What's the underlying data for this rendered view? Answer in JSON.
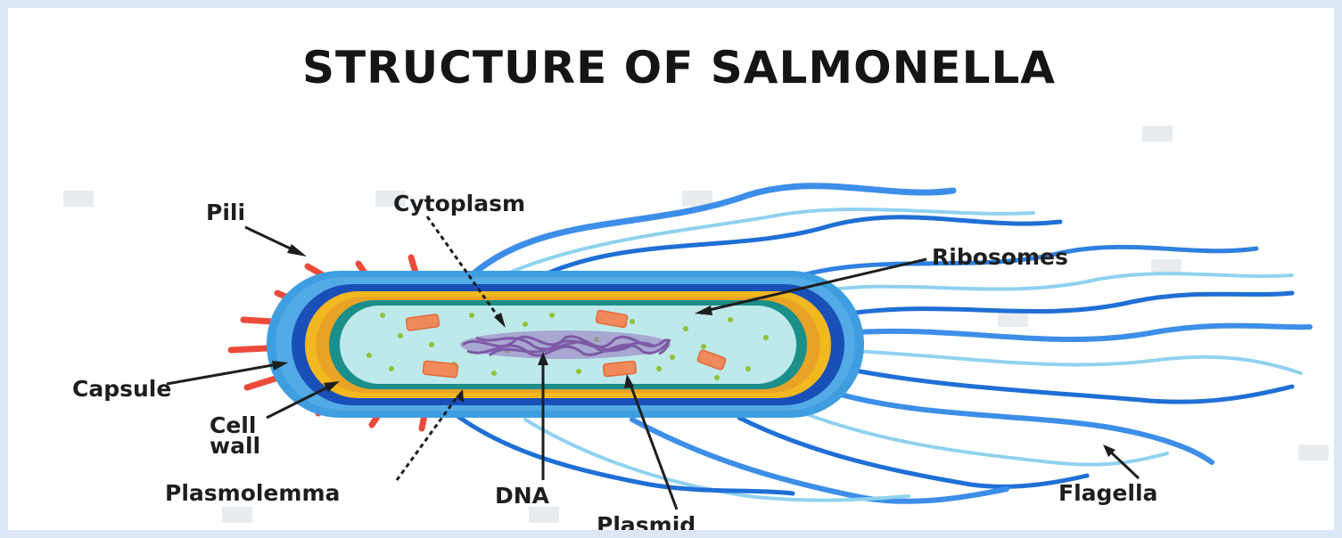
{
  "title": "STRUCTURE OF SALMONELLA",
  "labels": {
    "pili": "Pili",
    "cytoplasm": "Cytoplasm",
    "ribosomes": "Ribosomes",
    "capsule": "Capsule",
    "cell_wall_line1": "Cell",
    "cell_wall_line2": "wall",
    "plasmolemma": "Plasmolemma",
    "dna": "DNA",
    "plasmid": "Plasmid",
    "flagella": "Flagella"
  },
  "colors": {
    "capsule": "#3f9ee0",
    "cell_wall": "#1a4fb8",
    "outer_membrane": "#f2b820",
    "inner_membrane": "#e9a326",
    "plasmolemma": "#1b8f8a",
    "cytoplasm": "#bde9ea",
    "dna": "#7d5aa6",
    "plasmid": "#f08a5a",
    "pili": "#ec4b3b",
    "flagella": "#2f80e0",
    "ribosome": "#8fc23a"
  }
}
